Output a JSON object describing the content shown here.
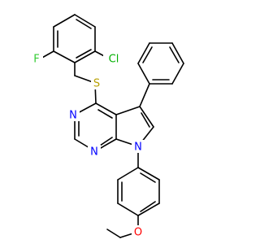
{
  "molecule": {
    "atom_labels": {
      "cl": "Cl",
      "f": "F",
      "s": "S",
      "n_top": "N",
      "n_bottom": "N",
      "n_pyrrole": "N",
      "o": "O"
    },
    "colors": {
      "bond": "#000000",
      "cl": "#00b000",
      "f": "#33cc33",
      "s": "#b8a000",
      "n": "#0000ff",
      "o": "#ff0000"
    }
  }
}
